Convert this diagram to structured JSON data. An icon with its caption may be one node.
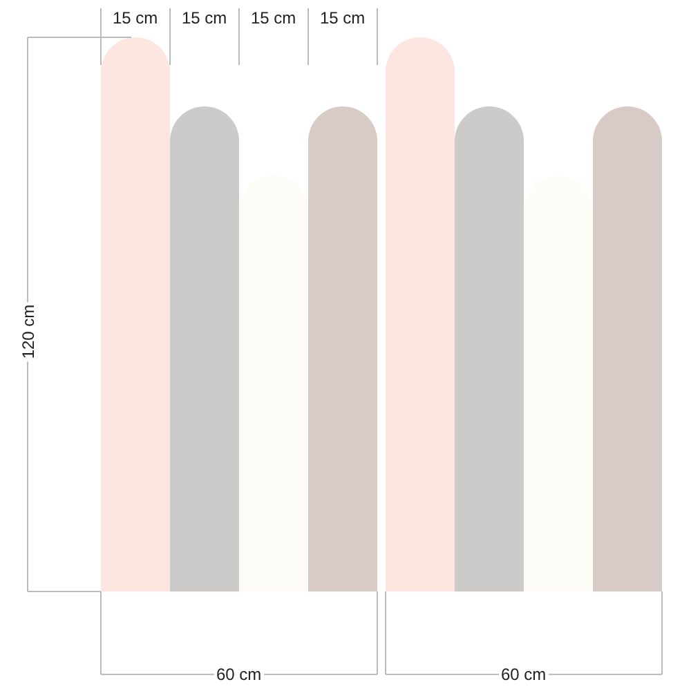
{
  "diagram": {
    "labels": [
      "15 cm",
      "15 cm",
      "15 cm",
      "15 cm",
      "120 cm",
      "60 cm",
      "60 cm"
    ]
  }
}
